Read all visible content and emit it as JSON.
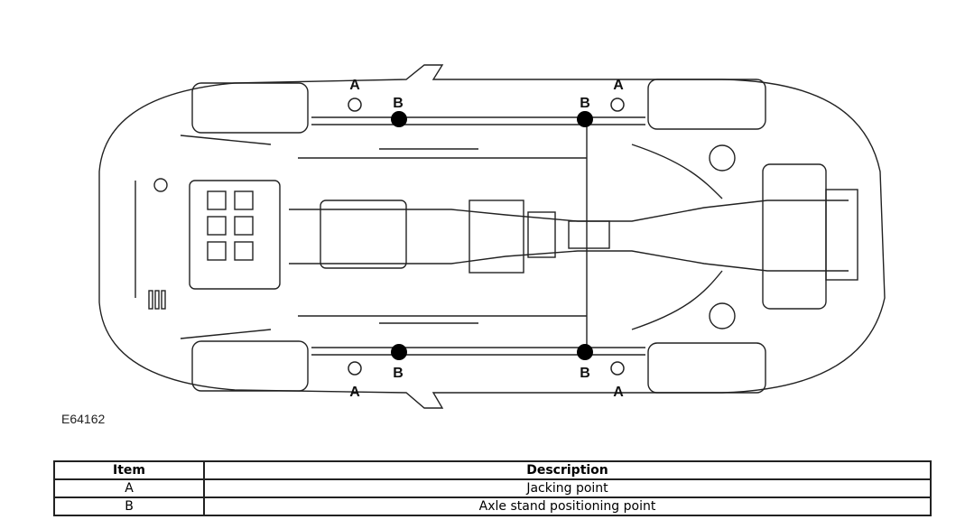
{
  "figure": {
    "id": "E64162",
    "labels": {
      "jack": "A",
      "stand": "B"
    }
  },
  "table": {
    "headers": {
      "item": "Item",
      "description": "Description"
    },
    "rows": [
      {
        "item": "A",
        "description": "Jacking point"
      },
      {
        "item": "B",
        "description": "Axle stand positioning point"
      }
    ]
  }
}
